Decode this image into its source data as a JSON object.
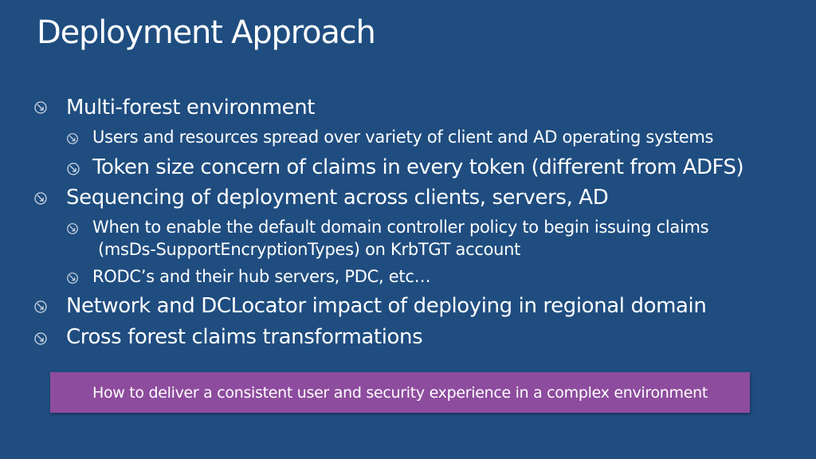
{
  "slide": {
    "title": "Deployment Approach",
    "bullets": [
      {
        "text": "Multi-forest environment"
      },
      {
        "text": "Users and resources spread over variety of client and AD operating systems"
      },
      {
        "text": "Token size concern of claims in every token (different from ADFS)"
      },
      {
        "text": "Sequencing of deployment across clients, servers, AD"
      },
      {
        "text": "When to enable the default domain controller policy to begin issuing claims",
        "continuation": "(msDs-SupportEncryptionTypes) on KrbTGT account"
      },
      {
        "text": "RODC’s and their hub servers, PDC, etc…"
      },
      {
        "text": "Network and DCLocator impact of deploying in regional domain"
      },
      {
        "text": "Cross forest claims transformations"
      }
    ],
    "callout": "How to deliver a consistent user and security experience in a complex environment",
    "bullet_icon": "circle-arrow-icon",
    "colors": {
      "background": "#1f4d80",
      "text": "#ffffff",
      "callout": "#8e4c9e"
    }
  }
}
